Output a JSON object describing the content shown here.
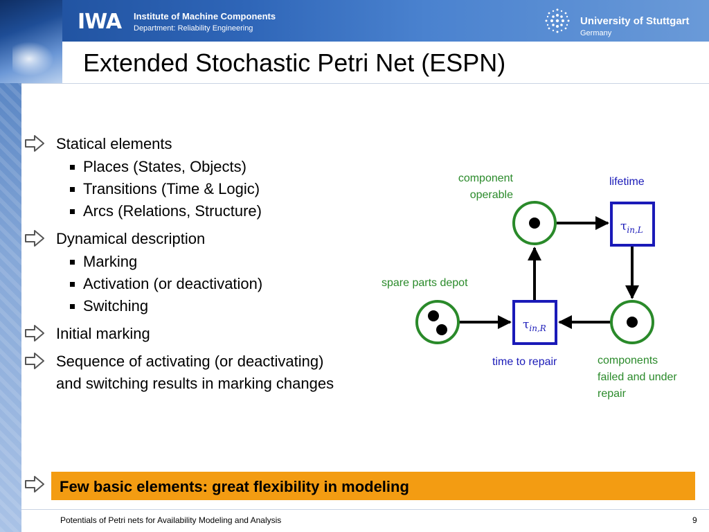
{
  "header": {
    "logo_text": "IWA",
    "institute": "Institute of Machine Components",
    "department": "Department: Reliability Engineering",
    "university": "University of Stuttgart",
    "country": "Germany"
  },
  "slide": {
    "title": "Extended Stochastic Petri Net (ESPN)",
    "bullets": [
      {
        "text": "Statical elements",
        "sub": [
          "Places (States, Objects)",
          "Transitions (Time & Logic)",
          "Arcs (Relations, Structure)"
        ]
      },
      {
        "text": "Dynamical description",
        "sub": [
          "Marking",
          "Activation (or deactivation)",
          "Switching"
        ]
      },
      {
        "text": "Initial marking",
        "sub": []
      },
      {
        "text": "Sequence of activating (or deactivating)",
        "text2": "and switching results in marking changes",
        "sub": []
      }
    ],
    "banner": "Few basic elements: great flexibility in modeling"
  },
  "diagram": {
    "labels": {
      "component_operable_1": "component",
      "component_operable_2": "operable",
      "lifetime": "lifetime",
      "spare_parts": "spare parts depot",
      "time_to_repair": "time to repair",
      "failed_1": "components",
      "failed_2": "failed and under",
      "failed_3": "repair"
    },
    "transitions": {
      "lifetime": {
        "symbol": "τ",
        "sub": "in,L"
      },
      "repair": {
        "symbol": "τ",
        "sub": "in,R"
      }
    },
    "colors": {
      "place": "#2a8a2a",
      "transition": "#1a1ab8"
    }
  },
  "footer": {
    "text": "Potentials of Petri nets for Availability Modeling and Analysis",
    "page": "9"
  }
}
